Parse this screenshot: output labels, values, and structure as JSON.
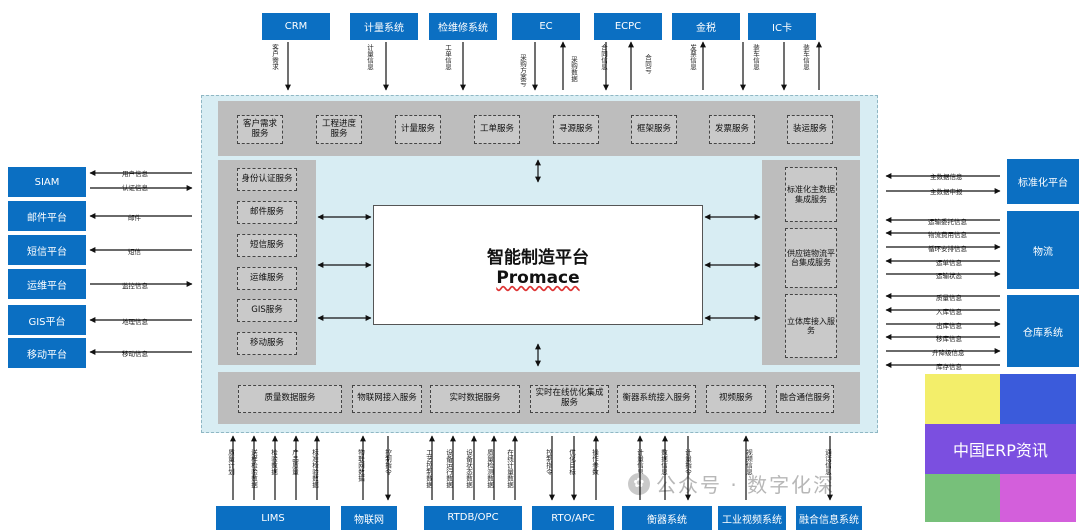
{
  "top_systems": [
    "CRM",
    "计量系统",
    "检维修系统",
    "EC",
    "ECPC",
    "金税",
    "IC卡"
  ],
  "top_labels": [
    "客户需求",
    "计量信息",
    "工单信息",
    "采购方案号",
    "采购数据",
    "合同信息",
    "合同号",
    "发票信息",
    "装车信息",
    "装车信息"
  ],
  "top_services": [
    "客户需求服务",
    "工程进度服务",
    "计量服务",
    "工单服务",
    "寻源服务",
    "框架服务",
    "发票服务",
    "装运服务"
  ],
  "left_systems": [
    "SIAM",
    "邮件平台",
    "短信平台",
    "运维平台",
    "GIS平台",
    "移动平台"
  ],
  "left_labels": [
    "用户信息",
    "认证信息",
    "邮件",
    "短信",
    "监控信息",
    "地理信息",
    "移动信息"
  ],
  "left_services": [
    "身份认证服务",
    "邮件服务",
    "短信服务",
    "运维服务",
    "GIS服务",
    "移动服务"
  ],
  "right_services": [
    "标准化主数据集成服务",
    "供应链物流平台集成服务",
    "立体库接入服务"
  ],
  "right_systems": [
    "标准化平台",
    "物流",
    "仓库系统"
  ],
  "right_labels": [
    "主数据信息",
    "主数据申报",
    "运输委托信息",
    "物流费用信息",
    "循环安排信息",
    "运单信息",
    "运输状态",
    "质量信息",
    "入库信息",
    "出库信息",
    "移库信息",
    "升降级信息",
    "库存信息"
  ],
  "core": {
    "line1": "智能制造平台",
    "line2": "Promace"
  },
  "bottom_services": [
    "质量数据服务",
    "物联网接入服务",
    "实时数据服务",
    "实时在线优化集成服务",
    "衡器系统接入服务",
    "视频服务",
    "融合通信服务"
  ],
  "bottom_systems": [
    "LIMS",
    "物联网",
    "RTDB/OPC",
    "RTO/APC",
    "衡器系统",
    "工业视频系统",
    "融合信息系统"
  ],
  "bottom_labels": [
    "质量计划",
    "送样检验数据",
    "检验数据",
    "产品质量",
    "标准检验数据",
    "物联网数据",
    "控制指令",
    "工艺控制数据",
    "设备运行数据",
    "设备状态数据",
    "质量检测数据",
    "在线计量数据",
    "控制指令",
    "优化目标",
    "操作参数",
    "计量信息",
    "数据信息",
    "计量指令",
    "视频信息",
    "通话信息"
  ],
  "watermark": "公众号 · 数字化深",
  "logo_text": "中国ERP资讯",
  "colors": {
    "system_blue": "#0b6fc2",
    "panel_gray": "#bdbdbd",
    "canvas_bg": "#d8edf3",
    "logo_yellow": "#f3ee6a",
    "logo_blue": "#3b5bdb",
    "logo_purple": "#7b4fe0",
    "logo_green": "#77c07a",
    "logo_magenta": "#d35fdb"
  }
}
